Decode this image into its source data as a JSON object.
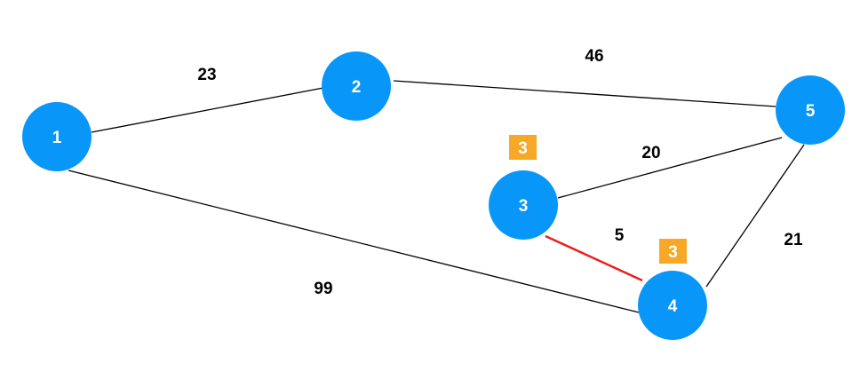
{
  "graph": {
    "colors": {
      "node_fill": "#0897F8",
      "node_text": "#ffffff",
      "edge": "#000000",
      "highlight_edge": "#E8201C",
      "badge_fill": "#F6A826",
      "badge_text": "#ffffff",
      "weight_text": "#000000"
    },
    "nodes": [
      {
        "id": "1",
        "label": "1"
      },
      {
        "id": "2",
        "label": "2"
      },
      {
        "id": "3",
        "label": "3"
      },
      {
        "id": "4",
        "label": "4"
      },
      {
        "id": "5",
        "label": "5"
      }
    ],
    "edges": [
      {
        "from": "1",
        "to": "2",
        "weight": "23",
        "highlighted": false
      },
      {
        "from": "2",
        "to": "5",
        "weight": "46",
        "highlighted": false
      },
      {
        "from": "3",
        "to": "5",
        "weight": "20",
        "highlighted": false
      },
      {
        "from": "3",
        "to": "4",
        "weight": "5",
        "highlighted": true
      },
      {
        "from": "4",
        "to": "5",
        "weight": "21",
        "highlighted": false
      },
      {
        "from": "1",
        "to": "4",
        "weight": "99",
        "highlighted": false
      }
    ],
    "badges": [
      {
        "node": "3",
        "label": "3"
      },
      {
        "node": "4",
        "label": "3"
      }
    ]
  }
}
